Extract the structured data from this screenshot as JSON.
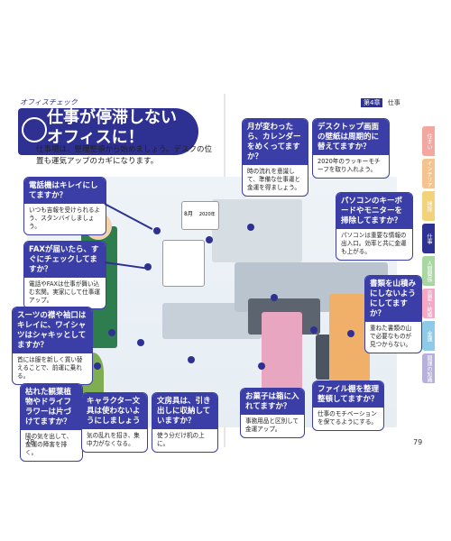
{
  "header": {
    "kicker": "オフィスチェック",
    "title_line1": "仕事が停滞しない",
    "title_line2": "オフィスに！",
    "intro": "仕事場は、整理整頓から始めましょう。デスクの位置も運気アップのカギになります。"
  },
  "chapter": {
    "badge": "第4章",
    "label": "仕事"
  },
  "calendar": {
    "month": "8月",
    "year": "2020年"
  },
  "page_numbers": {
    "left": "78",
    "right": "79"
  },
  "tabs": [
    {
      "label": "住まい",
      "color": "#f2a7a0"
    },
    {
      "label": "インテリア",
      "color": "#f5c38e"
    },
    {
      "label": "掃除",
      "color": "#f2d27a"
    },
    {
      "label": "仕事",
      "color": "#2f3192"
    },
    {
      "label": "人間関係",
      "color": "#a9d7a1"
    },
    {
      "label": "恋愛・結婚",
      "color": "#f4a7c7"
    },
    {
      "label": "金運",
      "color": "#8fcbe8"
    },
    {
      "label": "開運の知識",
      "color": "#b7b0dd"
    }
  ],
  "callouts": [
    {
      "id": "phone",
      "head": "電話機はキレイにしてますか？",
      "body": "いつも吉報を受けられるよう、スタンバイしましょう。"
    },
    {
      "id": "fax",
      "head": "FAXが届いたら、すぐにチェックしてますか？",
      "body": "電話やFAXは仕事が舞い込む玄関。実家にして仕事運アップ。"
    },
    {
      "id": "suit",
      "head": "スーツの襟や袖口はキレイに、ワイシャツはシャキッとしてますか？",
      "body": "首には服を新しく買い替えることで、前運に乗れる。"
    },
    {
      "id": "plant",
      "head": "枯れた観葉植物やドライフラワーは片づけてますか？",
      "body": "陽の気を出して、金運の障害を排く。"
    },
    {
      "id": "character",
      "head": "キャラクター文具は使わないようにしましょう",
      "body": "気の乱れを招き、集中力がなくなる。"
    },
    {
      "id": "stationery",
      "head": "文房具は、引き出しに収納していますか？",
      "body": "使う分だけ机の上に。"
    },
    {
      "id": "calendar",
      "head": "月が変わったら、カレンダーをめくってますか？",
      "body": "時の流れを意識して、準備な仕事運と金運を得ましょう。"
    },
    {
      "id": "wallpaper",
      "head": "デスクトップ画面の壁紙は周期的に替えてますか？",
      "body": "2020年のラッキーモチーフを取り入れよう。"
    },
    {
      "id": "keyboard",
      "head": "パソコンのキーボードやモニターを掃除してますか？",
      "body": "パソコンは重要な情報の出入口。効率と共に金運も上がる。"
    },
    {
      "id": "documents",
      "head": "書類を山積みにしないようにしてますか？",
      "body": "重ねた書類の山で必要なものが見つからない。"
    },
    {
      "id": "snacks",
      "head": "お菓子は箱に入れてますか？",
      "body": "事務用品と区別して金運アップ。"
    },
    {
      "id": "filecabinet",
      "head": "ファイル棚を整理整頓してますか？",
      "body": "仕事のモチベーションを保てるようにする。"
    }
  ]
}
